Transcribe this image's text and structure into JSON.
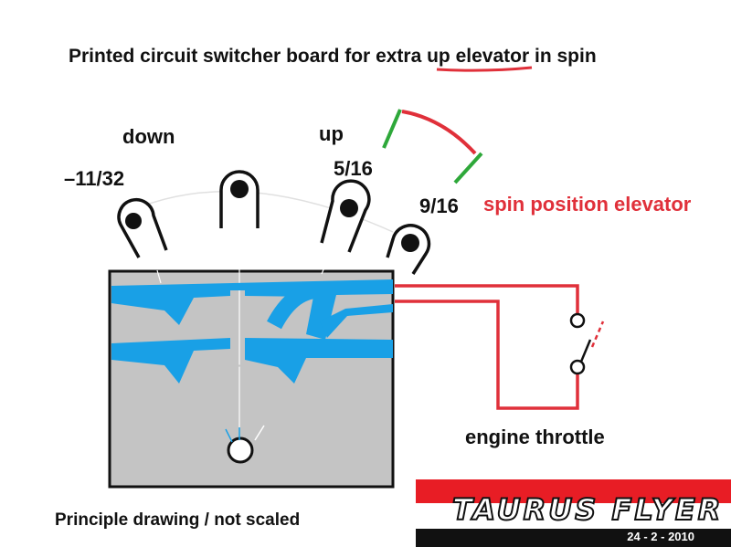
{
  "title": {
    "before": "Printed circuit switcher board for ",
    "highlight": "extra up",
    "after": " elevator in spin"
  },
  "labels": {
    "down": "down",
    "up": "up",
    "pos_5_16": "5/16",
    "pos_11_32": "–11/32",
    "pos_9_16": "9/16",
    "spin_position": "spin position elevator",
    "engine_throttle": "engine throttle",
    "note": "Principle drawing / not scaled"
  },
  "logo": {
    "name": "TAURUS FLYER",
    "date": "24 - 2 - 2010"
  },
  "colors": {
    "board_fill": "#c4c4c4",
    "trace": "#19a0e6",
    "wire": "#e0303a",
    "arc_green": "#2ea83a",
    "highlight_red": "#e0303a"
  }
}
